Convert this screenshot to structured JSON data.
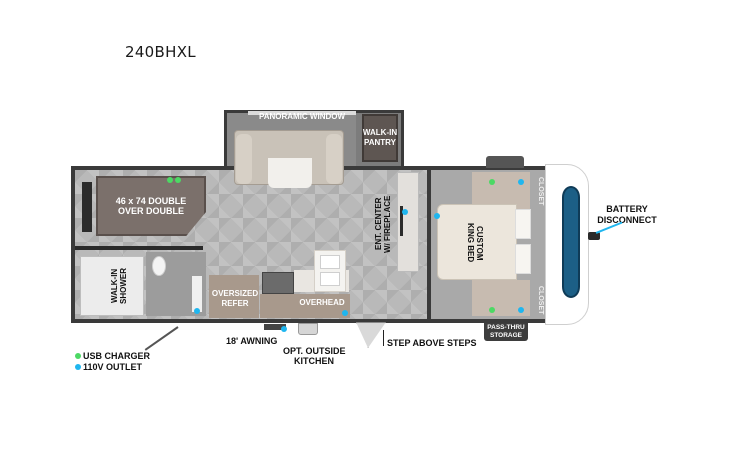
{
  "model": "240BHXL",
  "rooms": {
    "bunk": "46 x 74 DOUBLE\nOVER DOUBLE",
    "bunk_line1": "46 x 74 DOUBLE",
    "bunk_line2": "OVER DOUBLE",
    "shower_line1": "WALK-IN",
    "shower_line2": "SHOWER",
    "panoramic_window": "PANORAMIC WINDOW",
    "pantry_line1": "WALK-IN",
    "pantry_line2": "PANTRY",
    "refer_line1": "OVERSIZED",
    "refer_line2": "REFER",
    "overhead": "OVERHEAD",
    "ent_line1": "ENT. CENTER",
    "ent_line2": "W/ FIREPLACE",
    "bed_line1": "CUSTOM",
    "bed_line2": "KING BED",
    "closet_top": "CLOSET",
    "closet_bottom": "CLOSET",
    "pass_thru_line1": "PASS-THRU",
    "pass_thru_line2": "STORAGE"
  },
  "callouts": {
    "battery_line1": "BATTERY",
    "battery_line2": "DISCONNECT",
    "awning": "18' AWNING",
    "outside_kitchen_line1": "OPT. OUTSIDE",
    "outside_kitchen_line2": "KITCHEN",
    "step": "STEP ABOVE STEPS"
  },
  "legend": {
    "items": [
      {
        "label": "USB CHARGER",
        "color": "#4cd964"
      },
      {
        "label": "110V OUTLET",
        "color": "#1fb6ef"
      }
    ]
  },
  "colors": {
    "usb": "#4cd964",
    "outlet": "#1fb6ef",
    "wall": "#3a3a3a",
    "floor": "#b9b9b9",
    "brand_blue": "#1c5f86"
  }
}
